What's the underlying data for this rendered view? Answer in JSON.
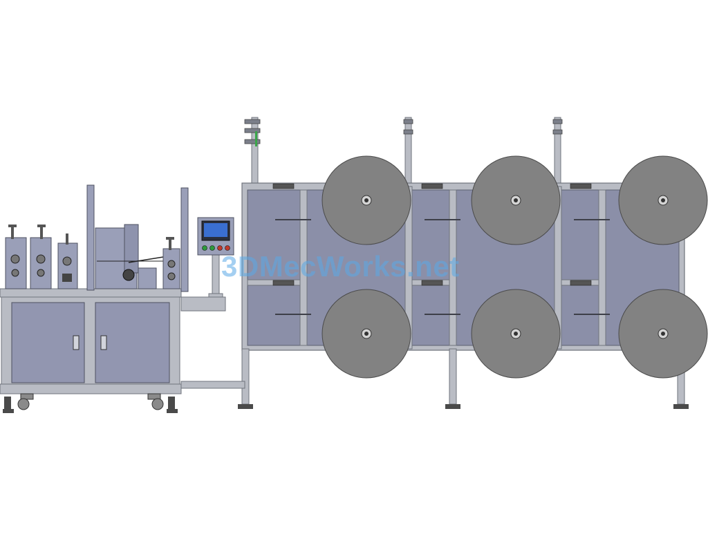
{
  "watermark": {
    "text": "3DMecWorks.net"
  },
  "colors": {
    "background": "#ffffff",
    "frame": "#b9bcc4",
    "frame_edge": "#6f737c",
    "panel": "#8b8fa8",
    "panel_edge": "#5c6070",
    "roll": "#828282",
    "roll_edge": "#4a4a4a",
    "machine_body": "#9a9fb8",
    "cabinet": "#9296b0",
    "screen": "#3a6fd1",
    "button_green": "#2e9a3c",
    "button_red": "#c0392b",
    "watermark": "#5aa9e6"
  },
  "scene": {
    "machine": "mask-production-line",
    "roll_count": 6,
    "control_buttons": [
      "green",
      "green",
      "red",
      "red"
    ]
  }
}
